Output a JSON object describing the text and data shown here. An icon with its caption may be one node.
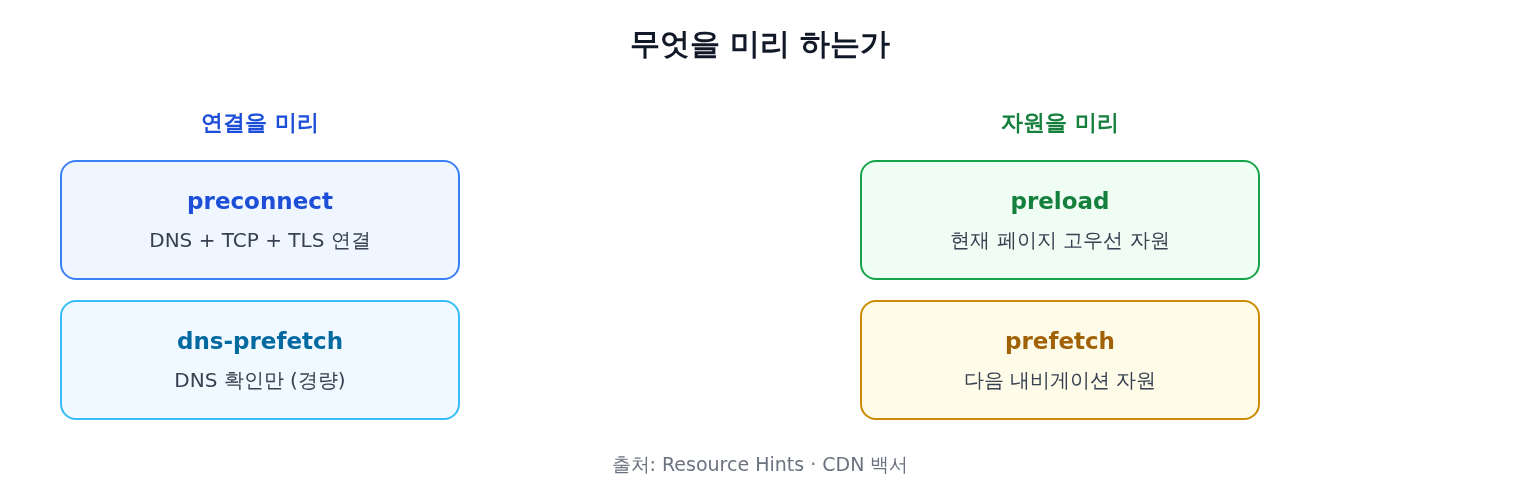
{
  "diagram": {
    "title": "무엇을 미리 하는가",
    "caption": "출처: Resource Hints · CDN 백서",
    "nodes": [
      {
        "text": [
          "preconnect",
          "DNS + TCP + TLS 연결"
        ]
      },
      {
        "text": [
          "preload",
          "현재 페이지 고우선 자원"
        ]
      },
      {
        "text": [
          "dns-prefetch",
          "DNS 확인만 (경량)"
        ]
      },
      {
        "text": [
          "prefetch",
          "다음 내비게이션 자원"
        ]
      }
    ],
    "labels": [
      "연결을 미리",
      "자원을 미리"
    ]
  }
}
